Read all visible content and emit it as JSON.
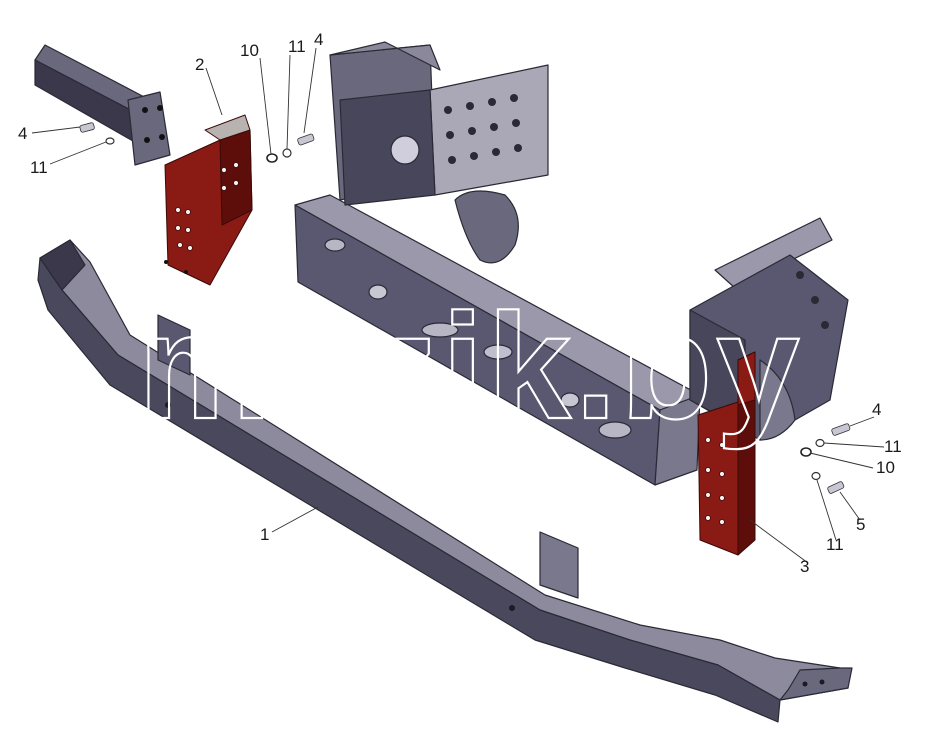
{
  "colors": {
    "frame_steel": "#5a5870",
    "frame_light": "#8c8a9c",
    "frame_dark": "#3a384a",
    "bracket_red": "#8a1a14",
    "bracket_red_dark": "#5e0e0a",
    "background": "#ffffff"
  },
  "watermark": "mazik.by",
  "callouts": [
    {
      "id": "c1-bumper-beam",
      "label": "1"
    },
    {
      "id": "c2-left-bracket",
      "label": "2"
    },
    {
      "id": "c3-right-bracket",
      "label": "3"
    },
    {
      "id": "c4-left-bolt",
      "label": "4"
    },
    {
      "id": "c11-left-washer",
      "label": "11"
    },
    {
      "id": "c10-top-washer",
      "label": "10"
    },
    {
      "id": "c11-top-washer",
      "label": "11"
    },
    {
      "id": "c4-top-bolt",
      "label": "4"
    },
    {
      "id": "c4-right-bolt",
      "label": "4"
    },
    {
      "id": "c11-right-washer",
      "label": "11"
    },
    {
      "id": "c10-right-washer",
      "label": "10"
    },
    {
      "id": "c5-right-bolt",
      "label": "5"
    },
    {
      "id": "c11-lower-washer",
      "label": "11"
    }
  ]
}
